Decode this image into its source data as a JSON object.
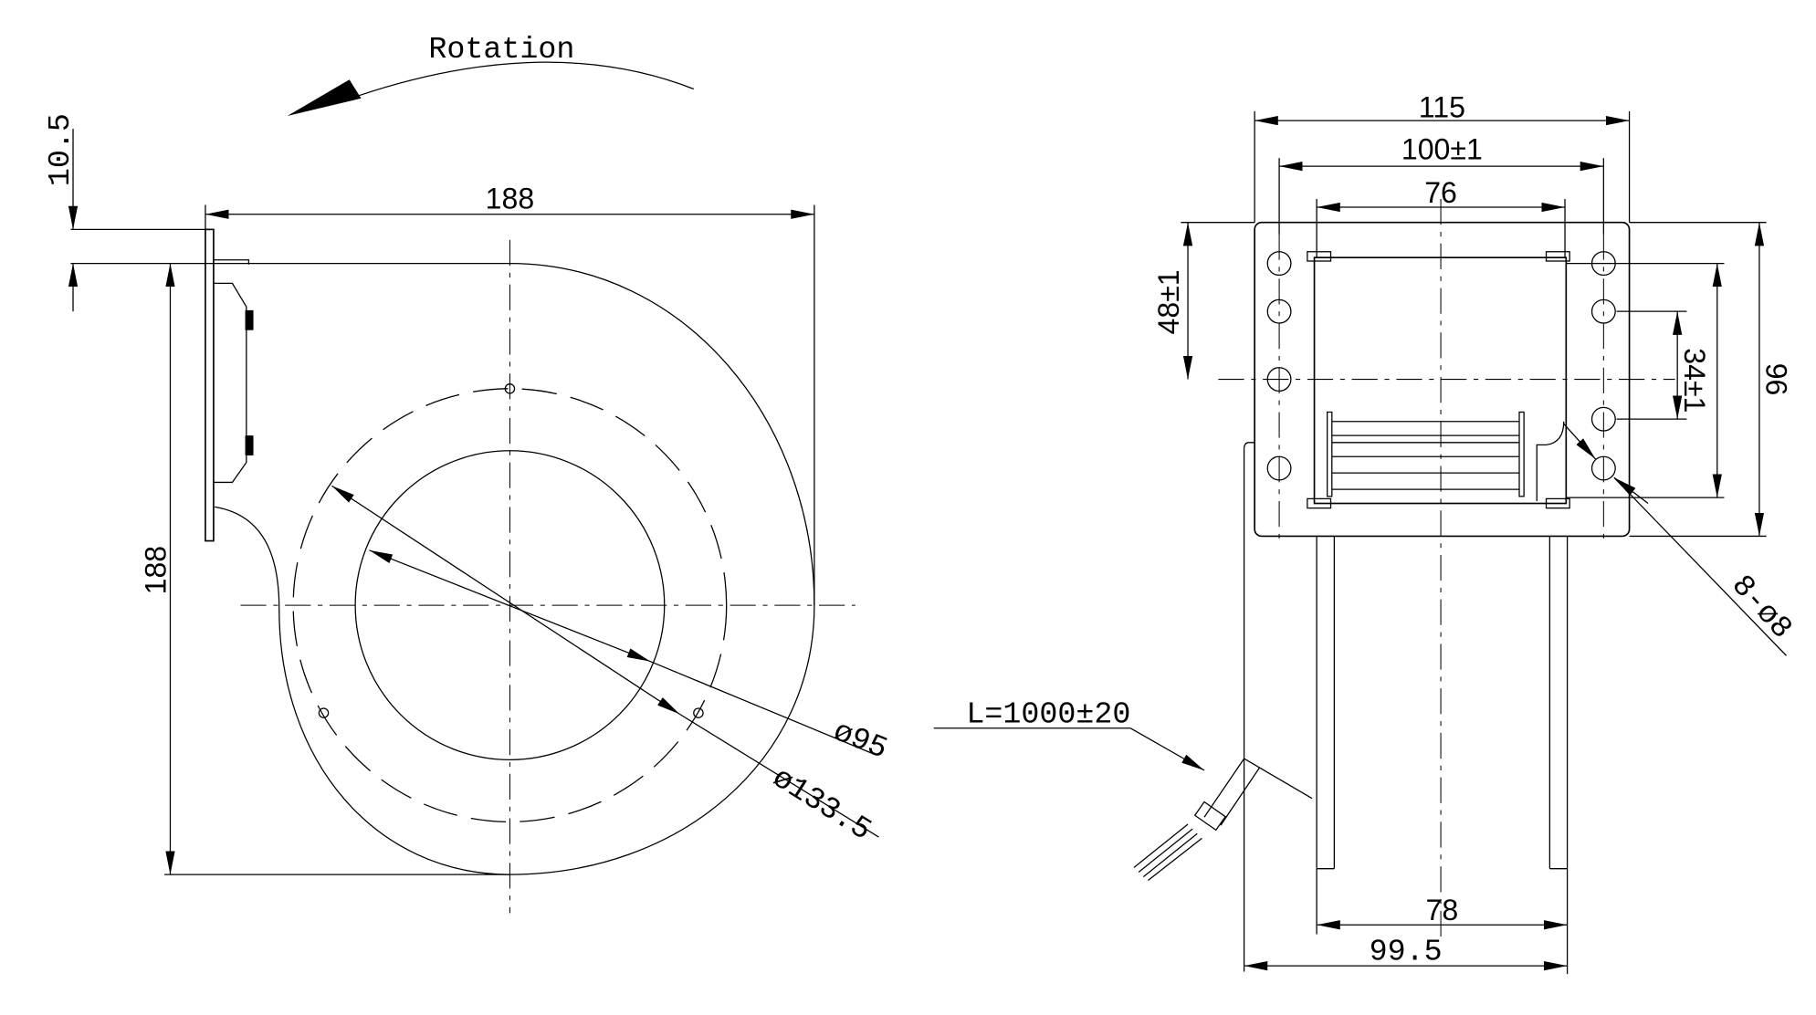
{
  "title_label": "Rotation",
  "front_view": {
    "width_dim": "188",
    "height_dim": "188",
    "offset_dim": "10.5",
    "inlet_diameter": "ø95",
    "bolt_circle_diameter": "ø133.5"
  },
  "side_view": {
    "overall_width": "115",
    "hole_spacing": "100±1",
    "outlet_width": "76",
    "height_dim": "96",
    "hole_vertical_1": "48±1",
    "hole_vertical_2": "34±1",
    "holes": "8-ø8",
    "housing_width": "78",
    "base_width": "99.5",
    "cable_length": "L=1000±20"
  }
}
